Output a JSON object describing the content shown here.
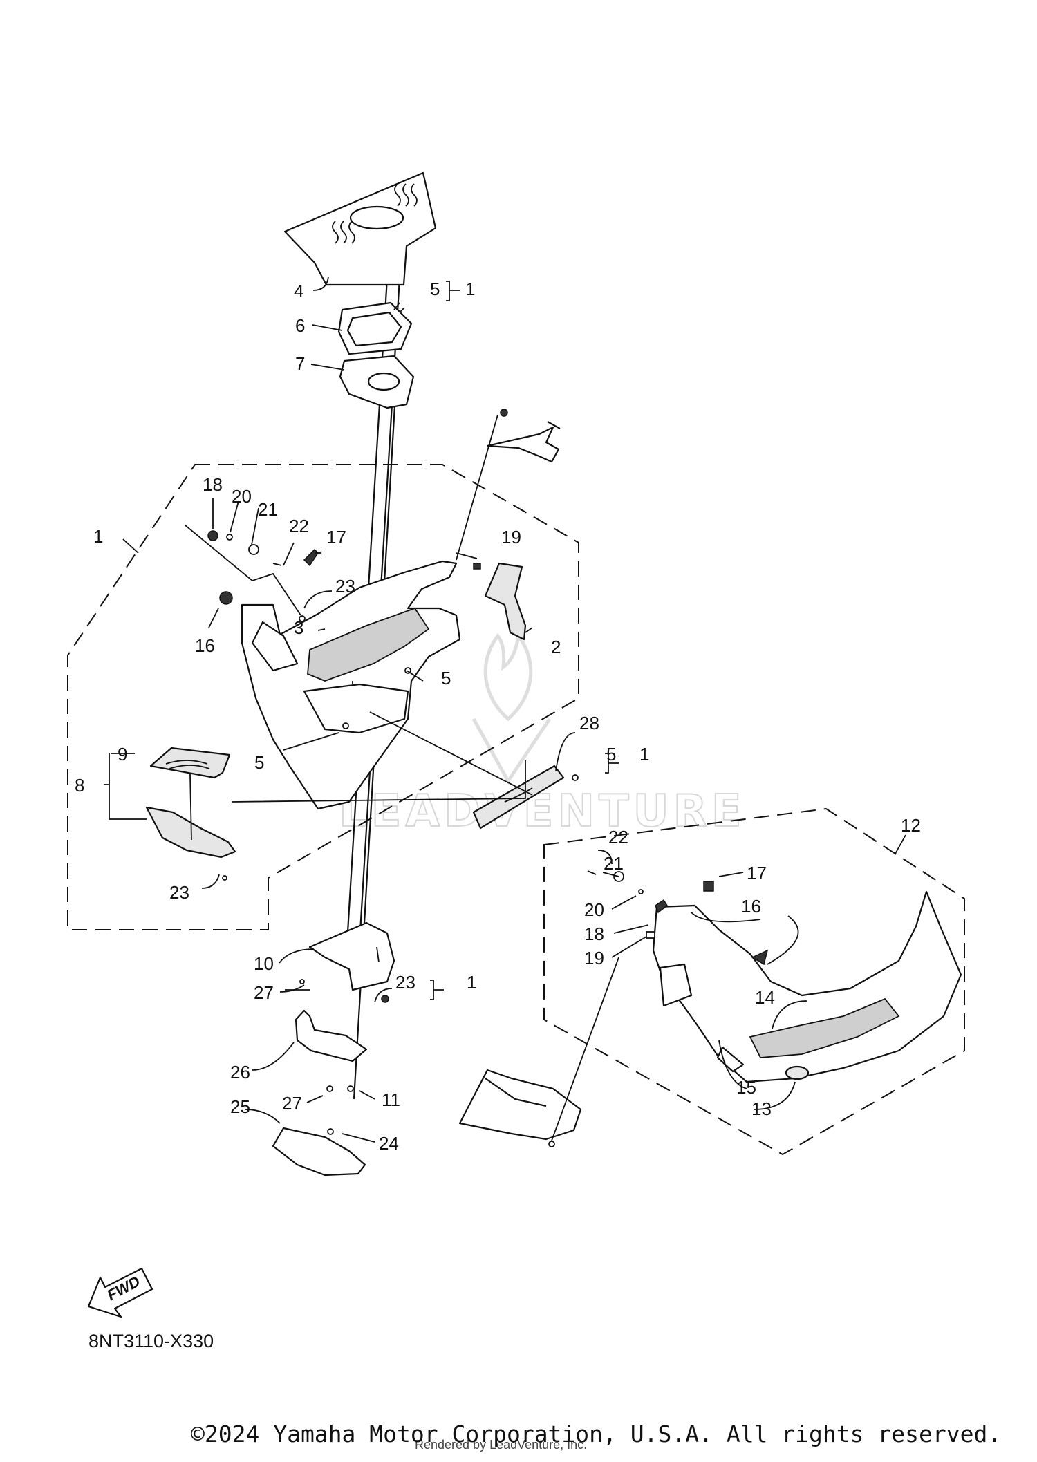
{
  "diagram": {
    "code": "8NT3110-X330",
    "fwd_arrow_text": "FWD",
    "watermark_text": "LEADVENTURE",
    "callouts": [
      {
        "id": "c4",
        "text": "4"
      },
      {
        "id": "c5-top",
        "text": "5"
      },
      {
        "id": "c1-top",
        "text": "1"
      },
      {
        "id": "c6",
        "text": "6"
      },
      {
        "id": "c7",
        "text": "7"
      },
      {
        "id": "c1-left",
        "text": "1"
      },
      {
        "id": "c18-left",
        "text": "18"
      },
      {
        "id": "c20-left",
        "text": "20"
      },
      {
        "id": "c21-left",
        "text": "21"
      },
      {
        "id": "c22-left",
        "text": "22"
      },
      {
        "id": "c17-left",
        "text": "17"
      },
      {
        "id": "c19-left",
        "text": "19"
      },
      {
        "id": "c23-mid",
        "text": "23"
      },
      {
        "id": "c3",
        "text": "3"
      },
      {
        "id": "c16-left",
        "text": "16"
      },
      {
        "id": "c2",
        "text": "2"
      },
      {
        "id": "c5-mid",
        "text": "5"
      },
      {
        "id": "c5-low",
        "text": "5"
      },
      {
        "id": "c9",
        "text": "9"
      },
      {
        "id": "c8",
        "text": "8"
      },
      {
        "id": "c28",
        "text": "28"
      },
      {
        "id": "c5-right",
        "text": "5"
      },
      {
        "id": "c1-right",
        "text": "1"
      },
      {
        "id": "c23-left",
        "text": "23"
      },
      {
        "id": "c12",
        "text": "12"
      },
      {
        "id": "c22-right",
        "text": "22"
      },
      {
        "id": "c21-right",
        "text": "21"
      },
      {
        "id": "c17-right",
        "text": "17"
      },
      {
        "id": "c20-right",
        "text": "20"
      },
      {
        "id": "c16-right",
        "text": "16"
      },
      {
        "id": "c18-right",
        "text": "18"
      },
      {
        "id": "c19-right",
        "text": "19"
      },
      {
        "id": "c10",
        "text": "10"
      },
      {
        "id": "c27-top",
        "text": "27"
      },
      {
        "id": "c23-bottom",
        "text": "23"
      },
      {
        "id": "c1-bottom",
        "text": "1"
      },
      {
        "id": "c14",
        "text": "14"
      },
      {
        "id": "c26",
        "text": "26"
      },
      {
        "id": "c15",
        "text": "15"
      },
      {
        "id": "c27-bottom",
        "text": "27"
      },
      {
        "id": "c11",
        "text": "11"
      },
      {
        "id": "c13",
        "text": "13"
      },
      {
        "id": "c25",
        "text": "25"
      },
      {
        "id": "c24",
        "text": "24"
      }
    ]
  },
  "footer": {
    "copyright": "©2024 Yamaha Motor Corporation, U.S.A. All rights reserved.",
    "rendered_by": "Rendered by LeadVenture, Inc."
  }
}
